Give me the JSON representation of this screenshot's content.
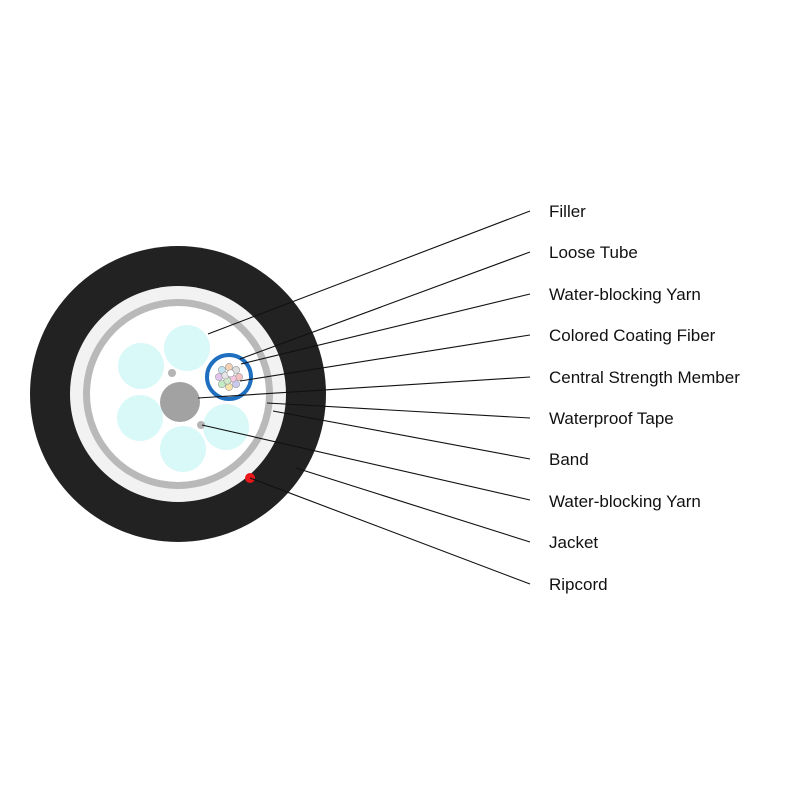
{
  "labels": {
    "filler": "Filler",
    "loose_tube": "Loose Tube",
    "water_blocking_yarn_1": "Water-blocking Yarn",
    "colored_coating_fiber": "Colored Coating Fiber",
    "central_strength_member": "Central Strength Member",
    "waterproof_tape": "Waterproof Tape",
    "band": "Band",
    "water_blocking_yarn_2": "Water-blocking Yarn",
    "jacket": "Jacket",
    "ripcord": "Ripcord"
  },
  "colors": {
    "jacket": "#222222",
    "waterproof_tape": "#b9b9b9",
    "band": "#f2f2f2",
    "filler": "#d9f8f8",
    "central_strength_member": "#a2a2a2",
    "loose_tube_ring": "#1f6fc0",
    "ripcord": "#e8171a",
    "leader_line": "#111111"
  },
  "fiber_colors": [
    "#f3c1c1",
    "#c9c9ef",
    "#f7e3a8",
    "#c4ecc4",
    "#e0c4ec",
    "#c4e4f2",
    "#f2d1b5",
    "#dddddd",
    "#f5c6e3",
    "#cfe9c9",
    "#e6e6e6",
    "#ffffff"
  ]
}
